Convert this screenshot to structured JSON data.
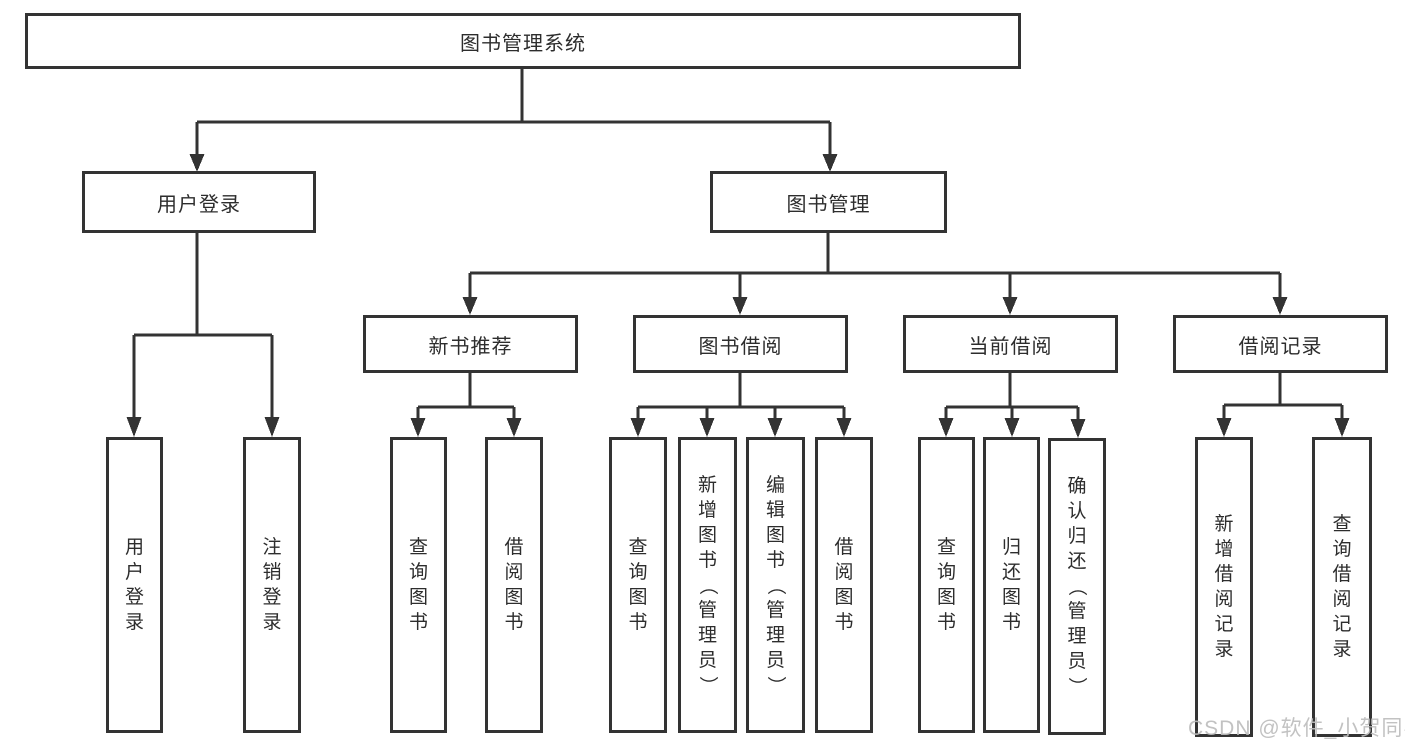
{
  "diagram_type": "hierarchy-tree",
  "colors": {
    "line": "#333333",
    "text": "#2d2d2d",
    "box_bg": "#ffffff",
    "watermark": "#bdbdbd"
  },
  "tree": {
    "root": "图书管理系统",
    "children": [
      {
        "label": "用户登录",
        "children": [
          {
            "label": "用户登录"
          },
          {
            "label": "注销登录"
          }
        ]
      },
      {
        "label": "图书管理",
        "children": [
          {
            "label": "新书推荐",
            "children": [
              {
                "label": "查询图书"
              },
              {
                "label": "借阅图书"
              }
            ]
          },
          {
            "label": "图书借阅",
            "children": [
              {
                "label": "查询图书"
              },
              {
                "label": "新增图书（管理员）"
              },
              {
                "label": "编辑图书（管理员）"
              },
              {
                "label": "借阅图书"
              }
            ]
          },
          {
            "label": "当前借阅",
            "children": [
              {
                "label": "查询图书"
              },
              {
                "label": "归还图书"
              },
              {
                "label": "确认归还（管理员）"
              }
            ]
          },
          {
            "label": "借阅记录",
            "children": [
              {
                "label": "新增借阅记录"
              },
              {
                "label": "查询借阅记录"
              }
            ]
          }
        ]
      }
    ]
  },
  "watermark": {
    "text": "CSDN @软件_小贺同学"
  }
}
